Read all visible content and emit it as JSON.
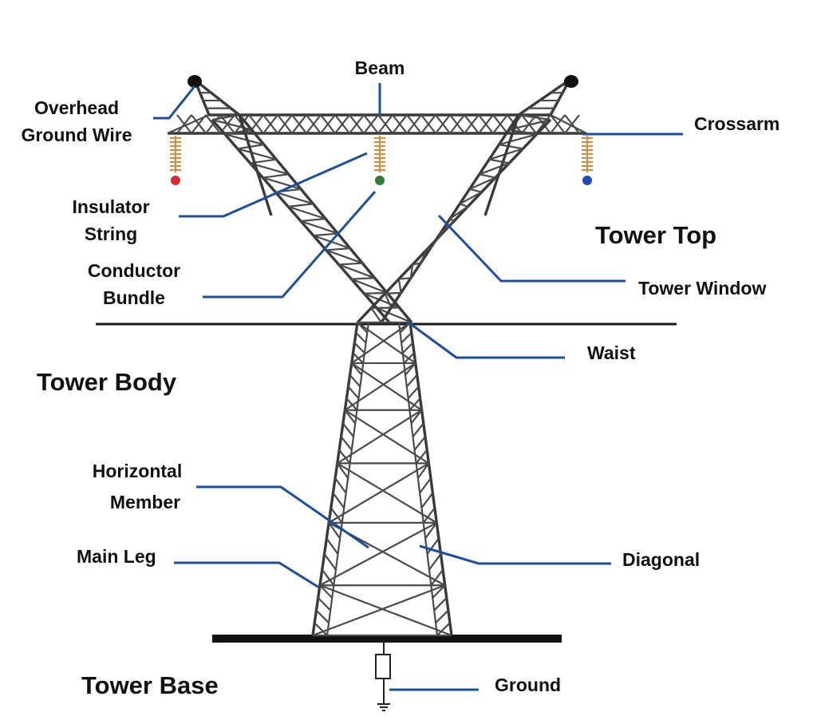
{
  "labels": {
    "beam": "Beam",
    "overhead_ground_wire_1": "Overhead",
    "overhead_ground_wire_2": "Ground Wire",
    "crossarm": "Crossarm",
    "insulator_string_1": "Insulator",
    "insulator_string_2": "String",
    "tower_top": "Tower Top",
    "conductor_bundle_1": "Conductor",
    "conductor_bundle_2": "Bundle",
    "tower_window": "Tower Window",
    "waist": "Waist",
    "tower_body": "Tower Body",
    "horizontal_member_1": "Horizontal",
    "horizontal_member_2": "Member",
    "main_leg": "Main Leg",
    "diagonal": "Diagonal",
    "tower_base": "Tower Base",
    "ground": "Ground"
  },
  "colors": {
    "leader_line": "#1b4f9c",
    "steel": "#4a4a4a",
    "insulator": "#d98a3a",
    "phase_a": "#d32f2f",
    "phase_b": "#2e7d32",
    "phase_c": "#1e4bb8",
    "ground_wire_node": "#111111"
  }
}
